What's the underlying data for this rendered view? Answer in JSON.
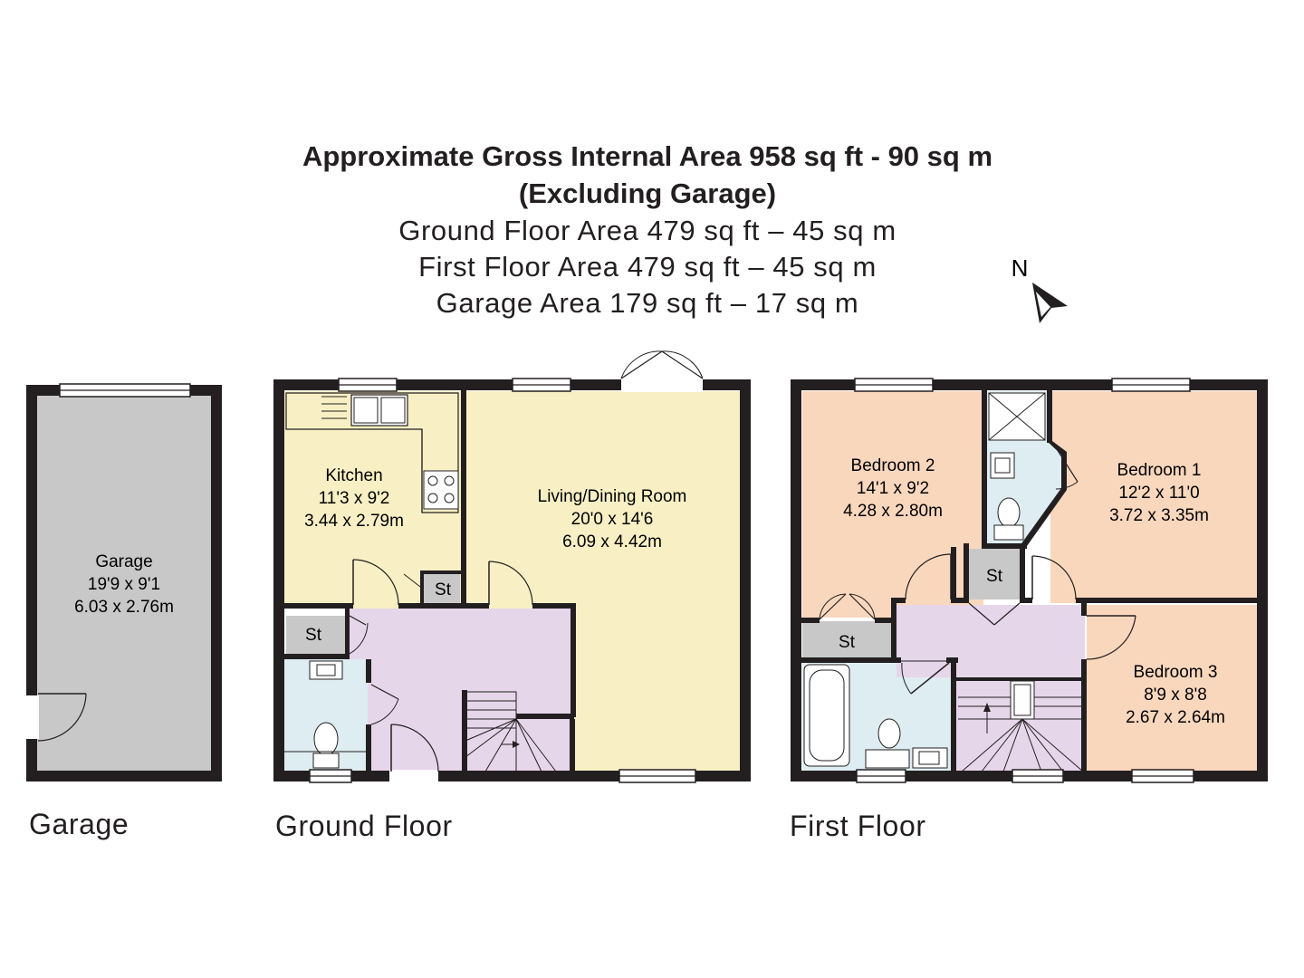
{
  "header": {
    "gross_area": "Approximate Gross Internal Area 958 sq ft - 90 sq m",
    "excluding": "(Excluding Garage)",
    "ground_area": "Ground Floor Area 479 sq ft – 45 sq m",
    "first_area": "First Floor Area 479 sq ft – 45 sq m",
    "garage_area": "Garage Area 179 sq ft – 17 sq m"
  },
  "compass": {
    "label": "N",
    "icon": "north-arrow-icon"
  },
  "floors": {
    "garage": "Garage",
    "ground": "Ground Floor",
    "first": "First Floor"
  },
  "rooms": {
    "garage": {
      "name": "Garage",
      "imperial": "19'9 x 9'1",
      "metric": "6.03 x 2.76m"
    },
    "kitchen": {
      "name": "Kitchen",
      "imperial": "11'3 x 9'2",
      "metric": "3.44 x 2.79m"
    },
    "living": {
      "name": "Living/Dining Room",
      "imperial": "20'0 x 14'6",
      "metric": "6.09 x 4.42m"
    },
    "bedroom1": {
      "name": "Bedroom 1",
      "imperial": "12'2 x 11'0",
      "metric": "3.72 x 3.35m"
    },
    "bedroom2": {
      "name": "Bedroom 2",
      "imperial": "14'1 x 9'2",
      "metric": "4.28 x 2.80m"
    },
    "bedroom3": {
      "name": "Bedroom 3",
      "imperial": "8'9 x 8'8",
      "metric": "2.67 x 2.64m"
    }
  },
  "storage_label": "St",
  "colors": {
    "wall": "#231f20",
    "garage": "#c8c8c9",
    "kitchen_living": "#f8f0c4",
    "hall": "#e6d6ea",
    "bathroom": "#deedf1",
    "bedroom": "#f9d7bd",
    "store": "#c8c8c9"
  }
}
